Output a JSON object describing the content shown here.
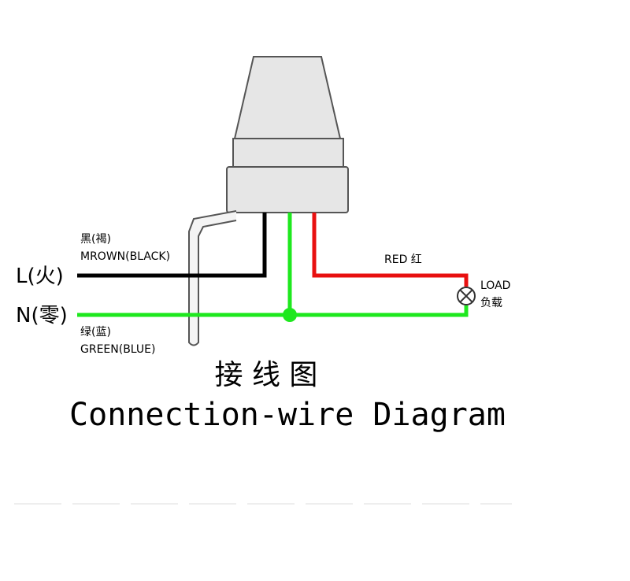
{
  "labels": {
    "brown_wire_cn": "黑(褐)",
    "brown_wire_en": "MROWN(BLACK)",
    "green_wire_cn": "绿(蓝)",
    "green_wire_en": "GREEN(BLUE)",
    "live_terminal": "L(火)",
    "neutral_terminal": "N(零)",
    "red_wire": "RED 红",
    "load_en": "LOAD",
    "load_cn": "负载"
  },
  "title": {
    "chinese": "接 线 图",
    "english": "Connection-wire Diagram"
  },
  "colors": {
    "live_wire": "#000000",
    "neutral_wire": "#1ee81e",
    "red_wire": "#e81010",
    "sensor_body": "#e6e6e6",
    "sensor_outline": "#555555"
  }
}
